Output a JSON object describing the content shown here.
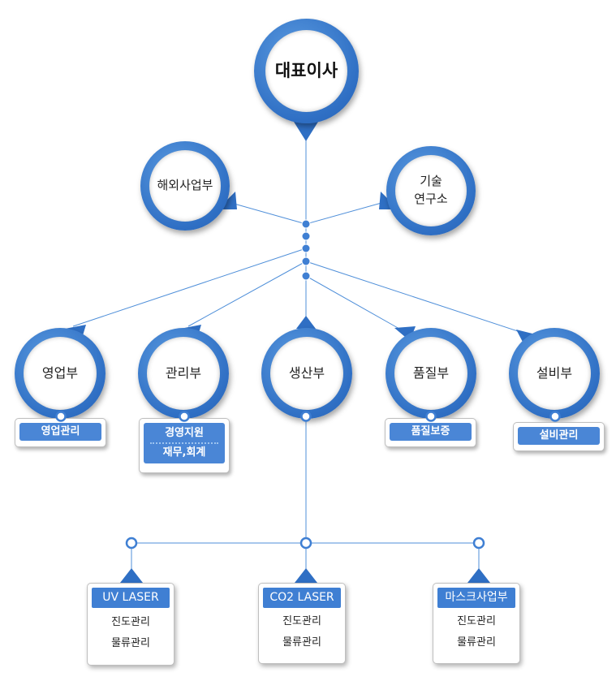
{
  "ceo": "대표이사",
  "advisors": {
    "left": "해외사업부",
    "right_line1": "기술",
    "right_line2": "연구소"
  },
  "departments": {
    "sales": {
      "name": "영업부",
      "tag": "영업관리"
    },
    "admin": {
      "name": "관리부",
      "tag1": "경영지원",
      "tag2": "재무,회계"
    },
    "production": {
      "name": "생산부"
    },
    "quality": {
      "name": "품질부",
      "tag": "품질보증"
    },
    "facility": {
      "name": "설비부",
      "tag": "설비관리"
    }
  },
  "production_units": {
    "uv": {
      "title": "UV LASER",
      "items": [
        "진도관리",
        "물류관리"
      ]
    },
    "co2": {
      "title": "CO2 LASER",
      "items": [
        "진도관리",
        "물류관리"
      ]
    },
    "mask": {
      "title": "마스크사업부",
      "items": [
        "진도관리",
        "물류관리"
      ]
    }
  },
  "colors": {
    "primary": "#2f6fc4",
    "line": "#4f8fd9",
    "tag": "#4a86d6"
  }
}
